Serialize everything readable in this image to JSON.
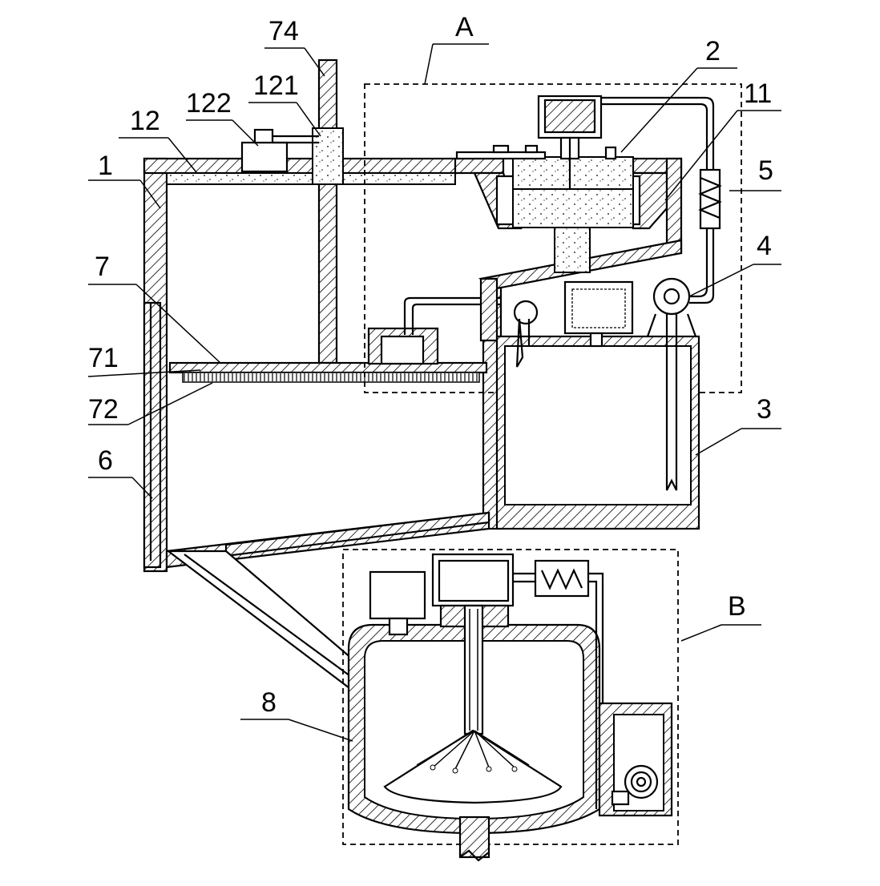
{
  "labels": {
    "l1": "1",
    "l2": "2",
    "l3": "3",
    "l4": "4",
    "l5": "5",
    "l6": "6",
    "l7": "7",
    "l8": "8",
    "l11": "11",
    "l12": "12",
    "l71": "71",
    "l72": "72",
    "l74": "74",
    "l121": "121",
    "l122": "122",
    "lA": "A",
    "lB": "B"
  }
}
